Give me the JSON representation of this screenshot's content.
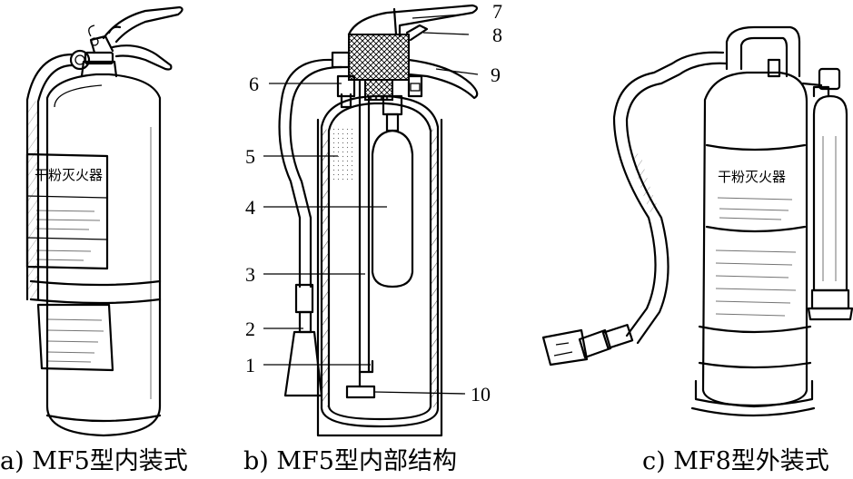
{
  "captions": {
    "a": "a) MF5型内装式",
    "b": "b) MF5型内部结构",
    "c": "c) MF8型外装式"
  },
  "labels": {
    "a": "干粉灭火器",
    "c": "干粉灭火器"
  },
  "callouts": [
    "1",
    "2",
    "3",
    "4",
    "5",
    "6",
    "7",
    "8",
    "9",
    "10"
  ]
}
